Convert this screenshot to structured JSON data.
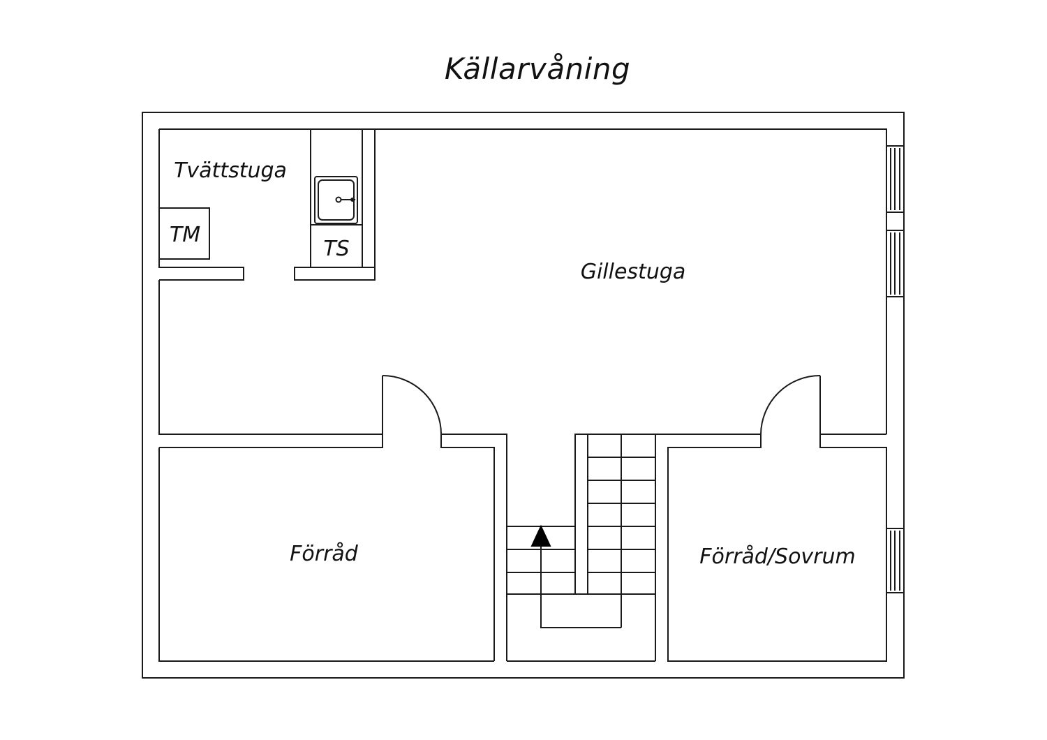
{
  "title": "Källarvåning",
  "colors": {
    "line": "#1a1a1a",
    "background": "#ffffff",
    "arrow": "#000000"
  },
  "rooms": {
    "laundry": "Tvättstuga",
    "washing_machine": "TM",
    "dryer": "TS",
    "recreation_room": "Gillestuga",
    "storage": "Förråd",
    "storage_bedroom": "Förråd/Sovrum"
  },
  "icons": {
    "sink": "sink-icon",
    "stair_arrow": "up-arrow-icon"
  }
}
